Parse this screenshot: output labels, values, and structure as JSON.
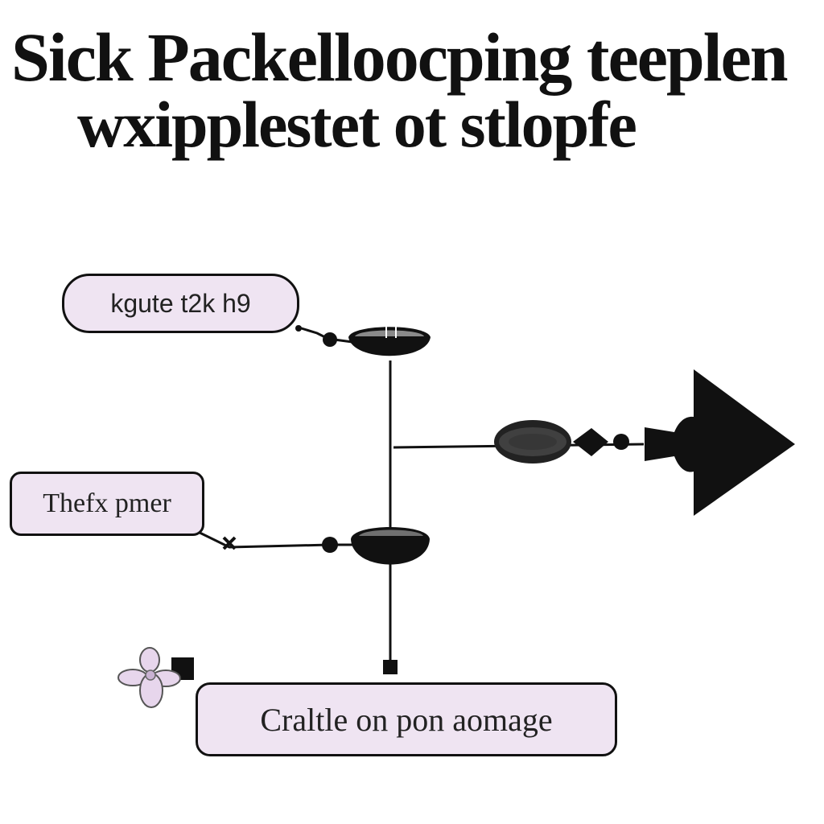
{
  "title": {
    "line1": "Sick Packelloocping teeplen",
    "line2": "wxipplestet ot stlopfe"
  },
  "nodes": {
    "top": "kgute t2k h9",
    "middle": "Thefx pmer",
    "bottom": "Craltle on pon aomage"
  },
  "colors": {
    "node_fill": "#efe4f2",
    "line": "#111111",
    "figure": "#e7d6ec"
  },
  "icons": {
    "figure": "flower-figure-icon",
    "arrow": "arrowhead-icon"
  }
}
